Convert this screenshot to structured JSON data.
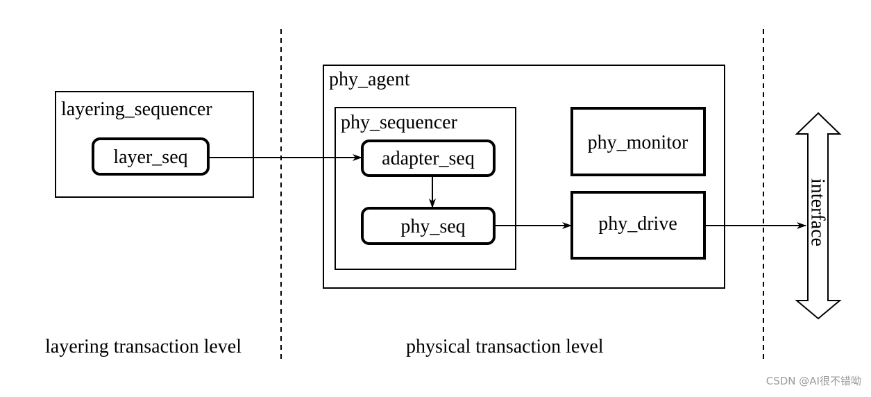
{
  "labels": {
    "layering_sequencer": "layering_sequencer",
    "layer_seq": "layer_seq",
    "phy_agent": "phy_agent",
    "phy_sequencer": "phy_sequencer",
    "adapter_seq": "adapter_seq",
    "phy_seq": "phy_seq",
    "phy_monitor": "phy_monitor",
    "phy_drive": "phy_drive",
    "interface": "interface",
    "layering_level": "layering transaction level",
    "physical_level": "physical transaction level"
  },
  "watermark": "CSDN @AI很不错呦"
}
